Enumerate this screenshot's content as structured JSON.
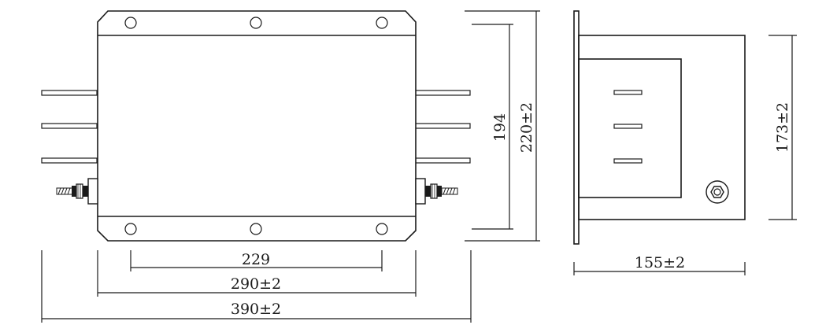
{
  "dimensions": {
    "hole_spacing": "229",
    "body_width": "290±2",
    "overall_width": "390±2",
    "hole_row_spacing": "194",
    "body_height": "220±2",
    "side_depth": "155±2",
    "side_height": "173±2"
  },
  "colors": {
    "line": "#1a1a1a",
    "background": "#ffffff"
  }
}
